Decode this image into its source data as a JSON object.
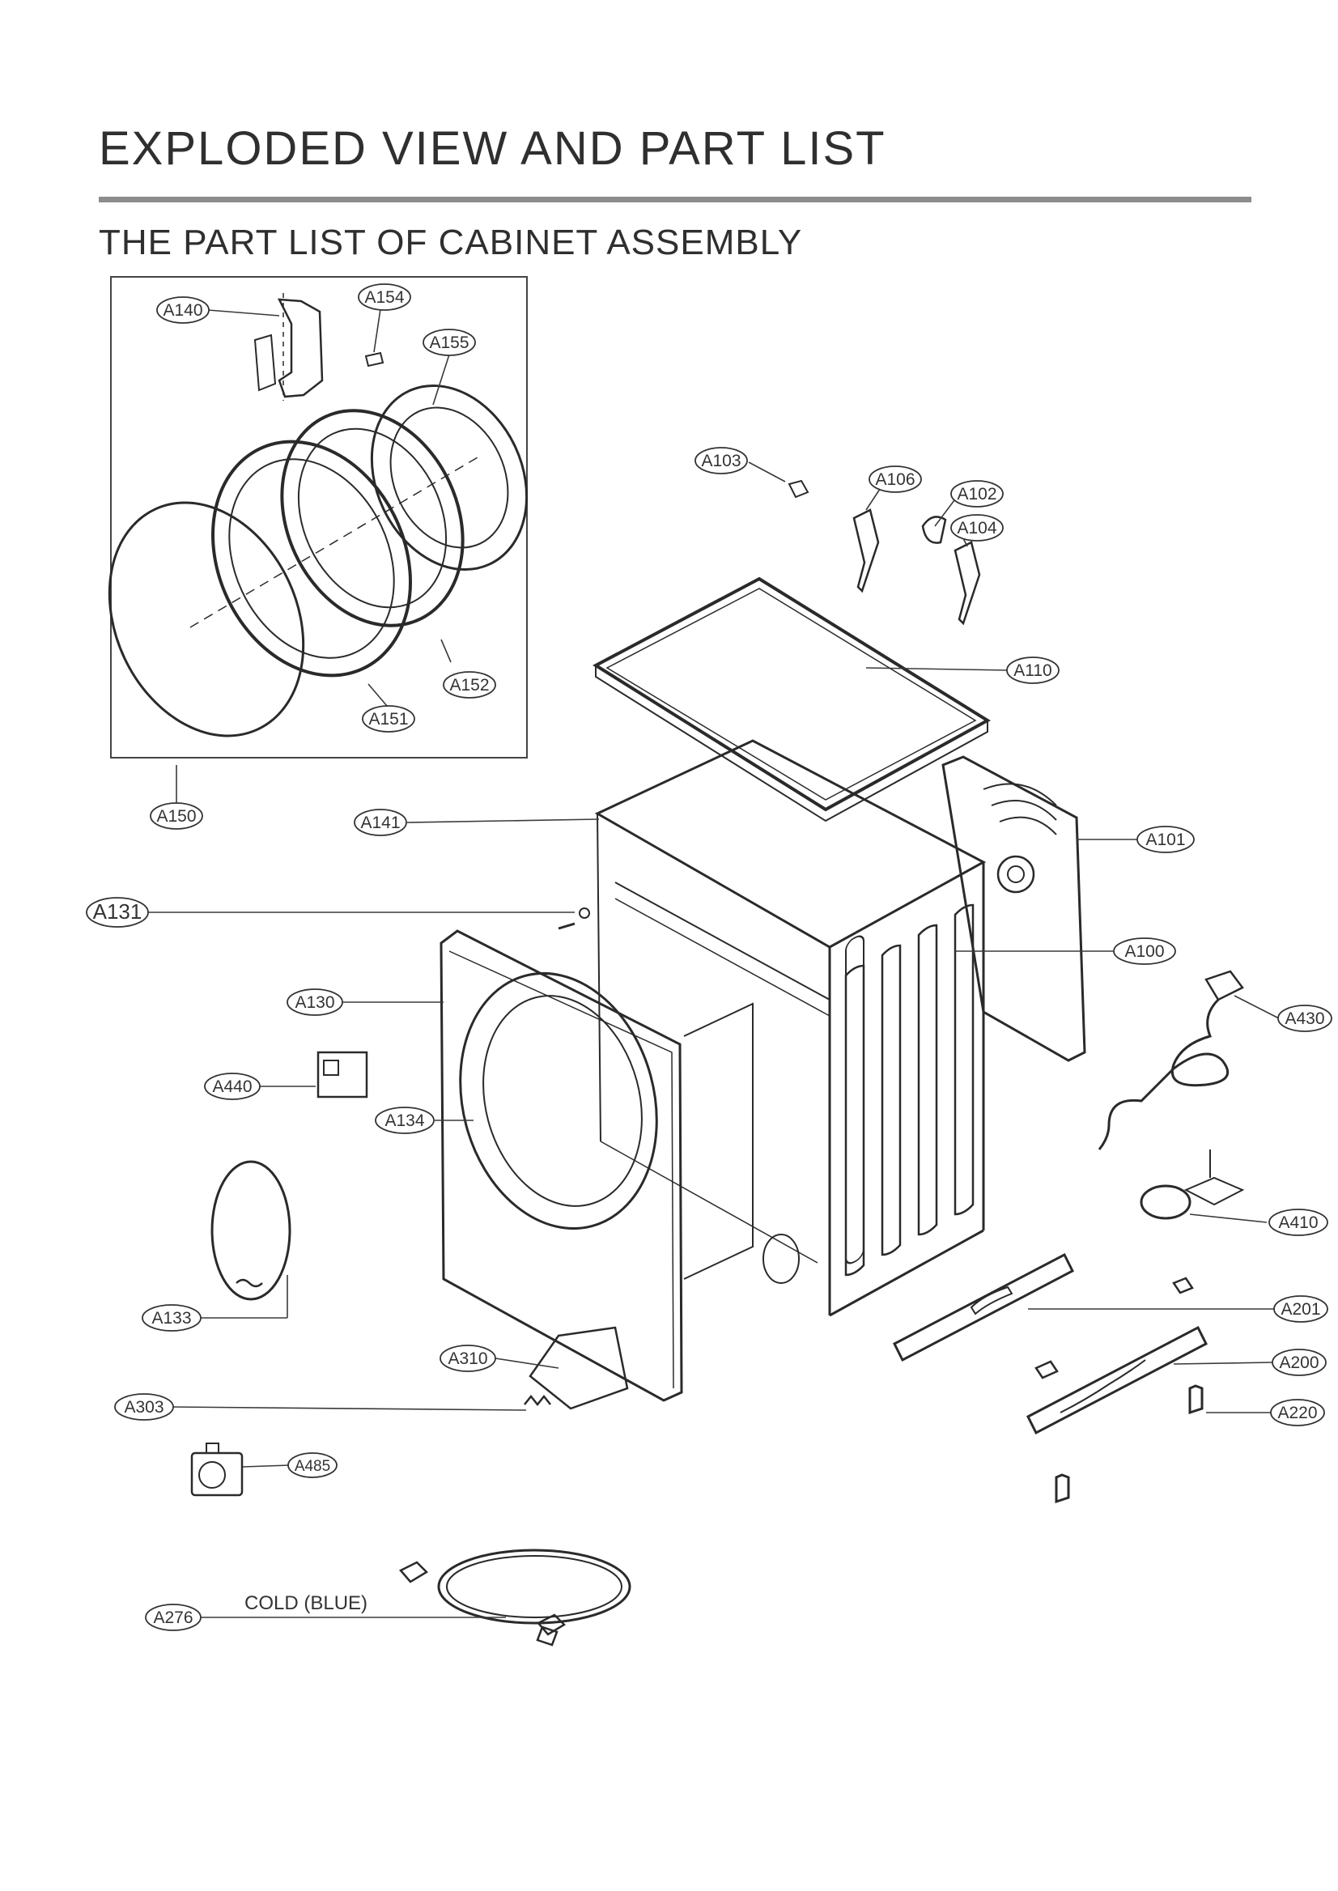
{
  "header": {
    "title": "EXPLODED VIEW AND PART LIST",
    "subtitle": "THE PART LIST OF  CABINET ASSEMBLY"
  },
  "callouts": {
    "A140": "A140",
    "A154": "A154",
    "A155": "A155",
    "A152": "A152",
    "A151": "A151",
    "A150": "A150",
    "A103": "A103",
    "A106": "A106",
    "A102": "A102",
    "A104": "A104",
    "A110": "A110",
    "A141": "A141",
    "A101": "A101",
    "A131": "A131",
    "A100": "A100",
    "A130": "A130",
    "A430": "A430",
    "A440": "A440",
    "A134": "A134",
    "A410": "A410",
    "A201": "A201",
    "A133": "A133",
    "A200": "A200",
    "A310": "A310",
    "A303": "A303",
    "A220": "A220",
    "A485": "A485",
    "A276": "A276"
  },
  "hose_label": "COLD (BLUE)"
}
